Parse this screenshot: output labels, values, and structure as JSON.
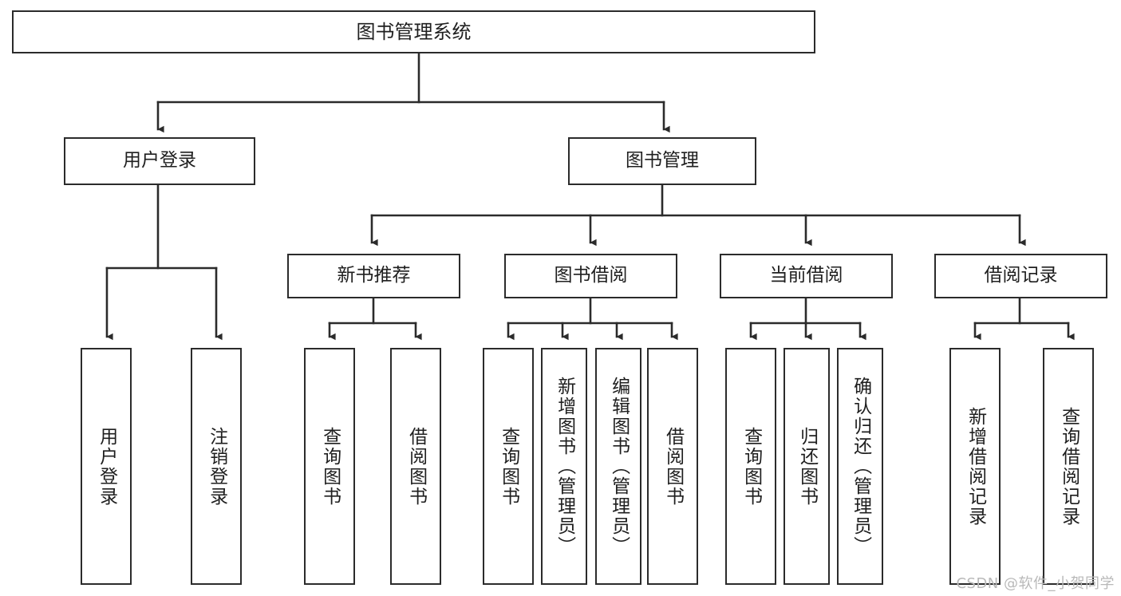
{
  "diagram": {
    "kind": "tree-hierarchy-chart",
    "title": "图书管理系统",
    "stroke_color": "#2b2b2b",
    "fill_color": "#ffffff",
    "text_color": "#1f1f1f",
    "nodes": {
      "root": {
        "label": "图书管理系统"
      },
      "level2": [
        {
          "id": "user-login",
          "label": "用户登录"
        },
        {
          "id": "book-management",
          "label": "图书管理"
        }
      ],
      "level3": [
        {
          "id": "new-book-recommend",
          "label": "新书推荐"
        },
        {
          "id": "book-borrow",
          "label": "图书借阅"
        },
        {
          "id": "current-borrow",
          "label": "当前借阅"
        },
        {
          "id": "borrow-record",
          "label": "借阅记录"
        }
      ],
      "leaves": [
        {
          "id": "leaf-user-login",
          "label": "用户登录",
          "parent": "user-login"
        },
        {
          "id": "leaf-logout",
          "label": "注销登录",
          "parent": "user-login"
        },
        {
          "id": "leaf-query-book-1",
          "label": "查询图书",
          "parent": "new-book-recommend"
        },
        {
          "id": "leaf-borrow-book-1",
          "label": "借阅图书",
          "parent": "new-book-recommend"
        },
        {
          "id": "leaf-query-book-2",
          "label": "查询图书",
          "parent": "book-borrow"
        },
        {
          "id": "leaf-add-book",
          "label": "新增图书（管理员）",
          "parent": "book-borrow"
        },
        {
          "id": "leaf-edit-book",
          "label": "编辑图书（管理员）",
          "parent": "book-borrow"
        },
        {
          "id": "leaf-borrow-book-2",
          "label": "借阅图书",
          "parent": "book-borrow"
        },
        {
          "id": "leaf-query-book-3",
          "label": "查询图书",
          "parent": "current-borrow"
        },
        {
          "id": "leaf-return-book",
          "label": "归还图书",
          "parent": "current-borrow"
        },
        {
          "id": "leaf-confirm-return",
          "label": "确认归还（管理员）",
          "parent": "current-borrow"
        },
        {
          "id": "leaf-add-record",
          "label": "新增借阅记录",
          "parent": "borrow-record"
        },
        {
          "id": "leaf-query-record",
          "label": "查询借阅记录",
          "parent": "borrow-record"
        }
      ]
    }
  },
  "watermark": {
    "text": "CSDN @软件_小贺同学"
  }
}
